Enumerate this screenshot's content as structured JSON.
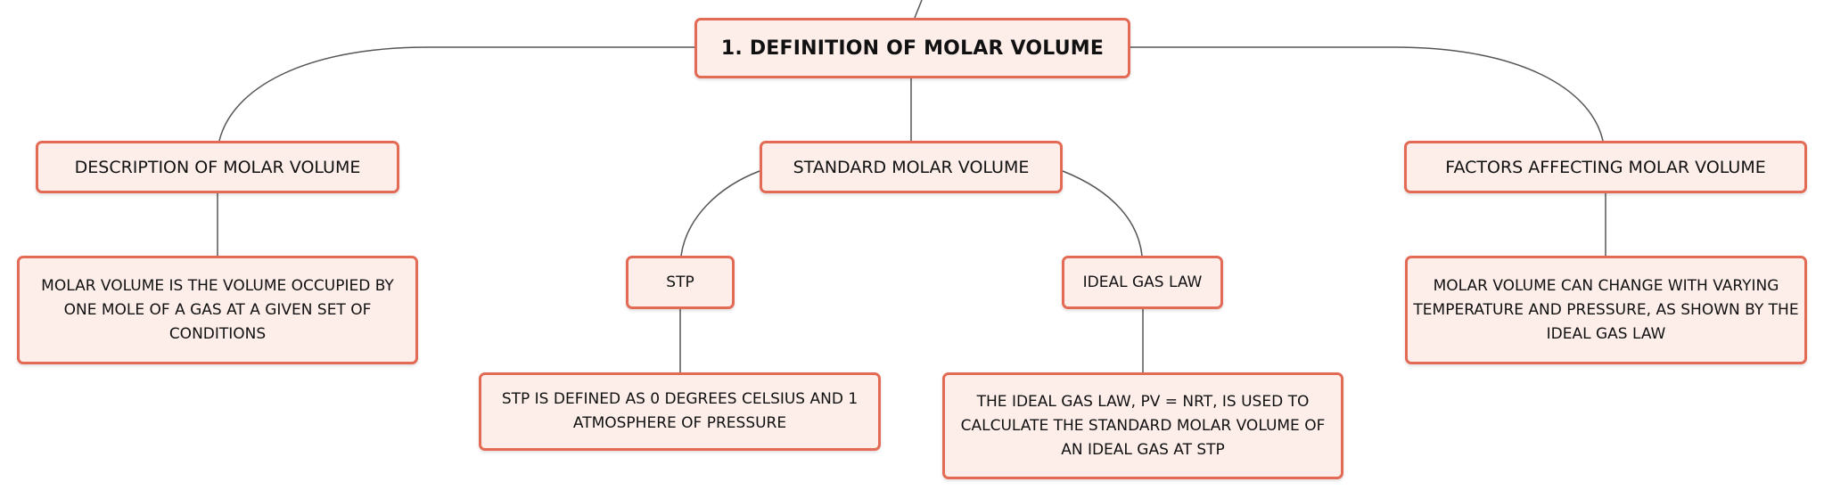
{
  "colors": {
    "node_border": "#e36a55",
    "node_fill": "#fdeeea",
    "connector": "#555555",
    "text": "#111111"
  },
  "root": {
    "label": "1. DEFINITION OF MOLAR VOLUME"
  },
  "branches": {
    "description": {
      "label": "DESCRIPTION OF MOLAR VOLUME",
      "detail": "MOLAR VOLUME IS THE VOLUME OCCUPIED BY ONE MOLE OF A GAS AT A GIVEN SET OF CONDITIONS"
    },
    "standard": {
      "label": "STANDARD MOLAR VOLUME",
      "stp": {
        "label": "STP",
        "detail": "STP IS DEFINED AS 0 DEGREES CELSIUS AND 1 ATMOSPHERE OF PRESSURE"
      },
      "ideal_gas_law": {
        "label": "IDEAL GAS LAW",
        "detail": "THE IDEAL GAS LAW, PV = NRT, IS USED TO CALCULATE THE STANDARD MOLAR VOLUME OF AN IDEAL GAS AT STP"
      }
    },
    "factors": {
      "label": "FACTORS AFFECTING MOLAR VOLUME",
      "detail": "MOLAR VOLUME CAN CHANGE WITH VARYING TEMPERATURE AND PRESSURE, AS SHOWN BY THE IDEAL GAS LAW"
    }
  }
}
